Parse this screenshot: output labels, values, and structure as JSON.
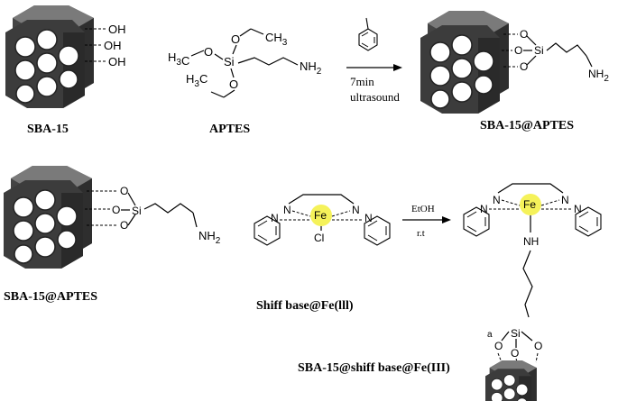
{
  "labels": {
    "sba15": "SBA-15",
    "aptes": "APTES",
    "sba15_aptes_top": "SBA-15@APTES",
    "sba15_aptes_bottom": "SBA-15@APTES",
    "shiff_base_fe": "Shiff base@Fe(lll)",
    "final_product": "SBA-15@shiff base@Fe(III)"
  },
  "reaction1": {
    "reagent_icon": "toluene-icon",
    "time": "7min",
    "method": "ultrasound"
  },
  "reaction2": {
    "solvent": "EtOH",
    "temperature": "r.t"
  },
  "atoms": {
    "oh": "OH",
    "o": "O",
    "si": "Si",
    "nh2": "NH",
    "nh2_sub": "2",
    "h3c": "H",
    "ch3": "CH",
    "sub3": "3",
    "n": "N",
    "fe": "Fe",
    "cl": "Cl",
    "nh": "NH",
    "a": "a"
  },
  "colors": {
    "fe_highlight": "#f5f25a",
    "rod_dark": "#3c3c3c",
    "rod_mid": "#6a6a6a",
    "pore": "#ffffff"
  }
}
